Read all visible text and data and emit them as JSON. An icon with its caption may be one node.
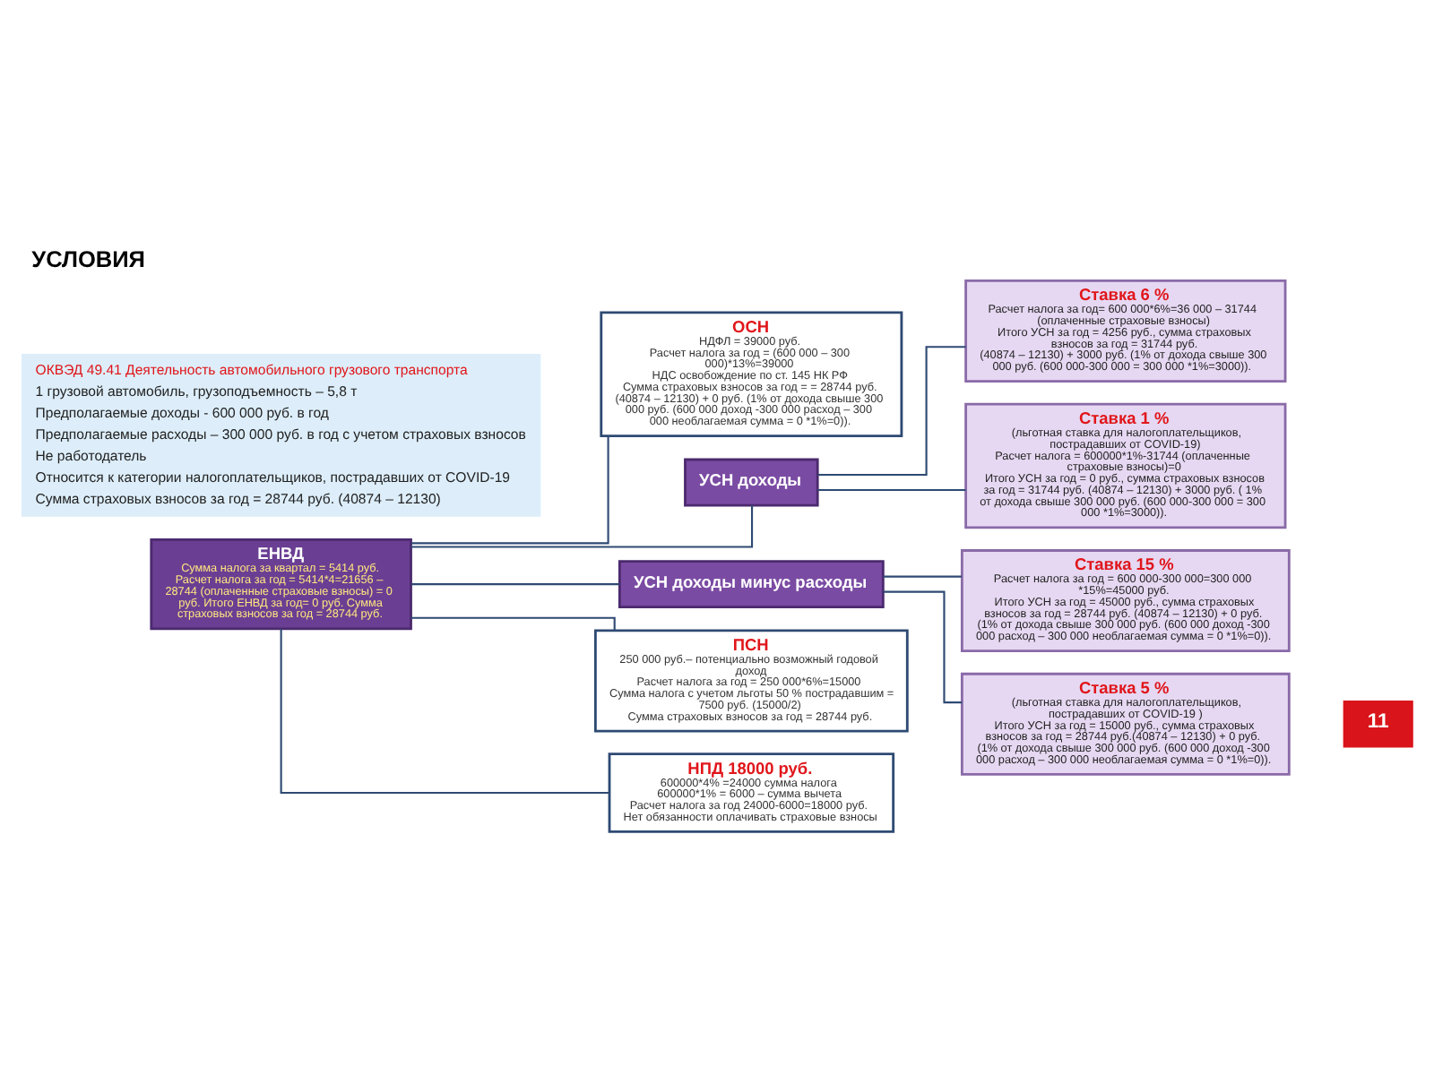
{
  "diagram": {
    "title": "УСЛОВИЯ",
    "nodes": [
      {
        "text": [
          "ЕНВД",
          "Сумма налога за квартал = 5414 руб. Расчет налога за год = 5414*4=21656 – 28744 (оплаченные страховые взносы) = 0 руб. Итого ЕНВД за год= 0 руб. Сумма страховых взносов за год = 28744 руб."
        ]
      },
      {
        "text": [
          "ОСН",
          "НДФЛ = 39000 руб.",
          "Расчет налога за год = (600 000 – 300 000)*13%=39000",
          "НДС освобождение по ст. 145 НК РФ",
          "Сумма страховых взносов за год = = 28744 руб. (40874 – 12130) + 0 руб. (1% от дохода свыше 300 000 руб. (600 000 доход -300 000 расход – 300 000 необлагаемая сумма = 0 *1%=0))."
        ]
      },
      {
        "text": [
          "УСН доходы"
        ]
      },
      {
        "text": [
          "УСН доходы минус расходы"
        ]
      },
      {
        "text": [
          "ПСН",
          "250 000 руб.– потенциально возможный годовой доход",
          "Расчет налога за год = 250 000*6%=15000",
          "Сумма налога с учетом льготы 50 % пострадавшим = 7500 руб. (15000/2)",
          "Сумма страховых взносов за год = 28744 руб."
        ]
      },
      {
        "text": [
          "НПД 18000 руб.",
          "600000*4% =24000 сумма налога",
          "600000*1% = 6000 – сумма вычета",
          "Расчет налога за год 24000-6000=18000 руб.",
          "Нет обязанности оплачивать страховые взносы"
        ]
      },
      {
        "text": [
          "Ставка 6 %",
          "Расчет налога за год= 600 000*6%=36 000 – 31744 (оплаченные страховые взносы)",
          "Итого УСН за год = 4256 руб., сумма страховых взносов за год = 31744 руб.",
          "(40874 – 12130) + 3000 руб. (1% от дохода свыше 300 000 руб. (600 000-300 000 = 300 000 *1%=3000))."
        ]
      },
      {
        "text": [
          "Ставка 1 %",
          "(льготная ставка для налогоплательщиков, пострадавших от COVID-19)",
          "Расчет налога = 600000*1%-31744 (оплаченные страховые взносы)=0",
          "Итого УСН за год = 0 руб., сумма страховых взносов за год = 31744 руб. (40874 – 12130) + 3000 руб. ( 1% от дохода свыше 300 000 руб. (600 000-300 000 = 300 000 *1%=3000))."
        ]
      },
      {
        "text": [
          "Ставка 15 %",
          "Расчет налога за год = 600 000-300 000=300 000 *15%=45000 руб.",
          "Итого УСН за год = 45000 руб., сумма страховых взносов за год = 28744 руб. (40874 – 12130) + 0 руб. (1% от дохода свыше 300 000 руб. (600 000 доход -300 000 расход – 300 000 необлагаемая сумма = 0 *1%=0))."
        ]
      },
      {
        "text": [
          "Ставка 5 %",
          "(льготная ставка для налогоплательщиков, пострадавших от COVID-19 )",
          "Итого УСН за год = 15000 руб., сумма страховых взносов за год = 28744 руб.(40874 – 12130) + 0 руб. (1% от дохода свыше 300 000 руб. (600 000 доход -300 000 расход – 300 000 необлагаемая сумма = 0 *1%=0))."
        ]
      }
    ],
    "edges": [
      {
        "from": 0,
        "to": 1,
        "arrow": "none"
      },
      {
        "from": 0,
        "to": 2,
        "arrow": "none"
      },
      {
        "from": 0,
        "to": 3,
        "arrow": "none"
      },
      {
        "from": 0,
        "to": 4,
        "arrow": "none"
      },
      {
        "from": 0,
        "to": 5,
        "arrow": "none"
      },
      {
        "from": 2,
        "to": 6,
        "arrow": "none"
      },
      {
        "from": 2,
        "to": 7,
        "arrow": "none"
      },
      {
        "from": 3,
        "to": 8,
        "arrow": "none"
      },
      {
        "from": 3,
        "to": 9,
        "arrow": "none"
      }
    ],
    "labels": [
      "ОКВЭД 49.41 Деятельность автомобильного грузового транспорта",
      "1 грузовой автомобиль, грузоподъемность – 5,8 т",
      "Предполагаемые доходы - 600 000 руб. в год",
      "Предполагаемые расходы – 300 000 руб. в год с учетом страховых взносов",
      "Не работодатель",
      "Относится к категории налогоплательщиков, пострадавших от COVID-19",
      "Сумма страховых взносов за год = 28744 руб. (40874 – 12130)",
      "11"
    ]
  }
}
